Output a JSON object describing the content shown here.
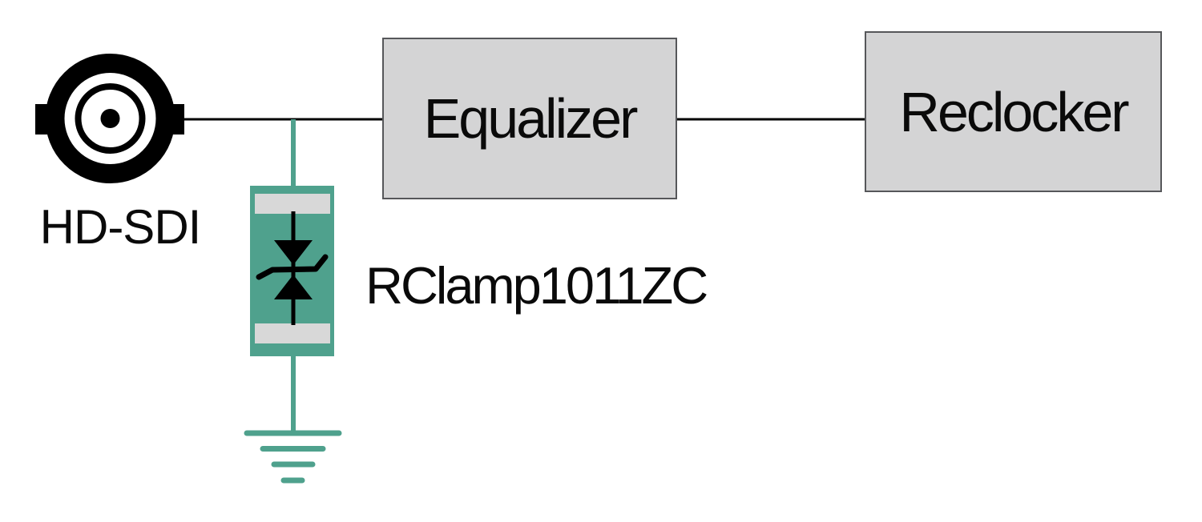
{
  "diagram": {
    "source": {
      "label": "HD-SDI",
      "symbol": "bnc-connector"
    },
    "blocks": [
      {
        "id": "equalizer",
        "label": "Equalizer"
      },
      {
        "id": "reclocker",
        "label": "Reclocker"
      }
    ],
    "protection": {
      "label": "RClamp1011ZC",
      "symbol": "bidirectional-tvs-diode",
      "terminates_to": "earth-ground"
    },
    "connections": [
      {
        "from": "HD-SDI",
        "to": "Equalizer"
      },
      {
        "from": "Equalizer",
        "to": "Reclocker"
      },
      {
        "from": "HD-SDI signal line",
        "to": "RClamp1011ZC"
      },
      {
        "from": "RClamp1011ZC",
        "to": "ground"
      }
    ],
    "colors": {
      "teal": "#4FA18D",
      "box_fill": "#D4D4D5",
      "box_border": "#56575A",
      "pad_fill": "#D8D8D8",
      "wire": "#000000",
      "ink": "#0A0A0A",
      "background": "#FFFFFF"
    }
  }
}
